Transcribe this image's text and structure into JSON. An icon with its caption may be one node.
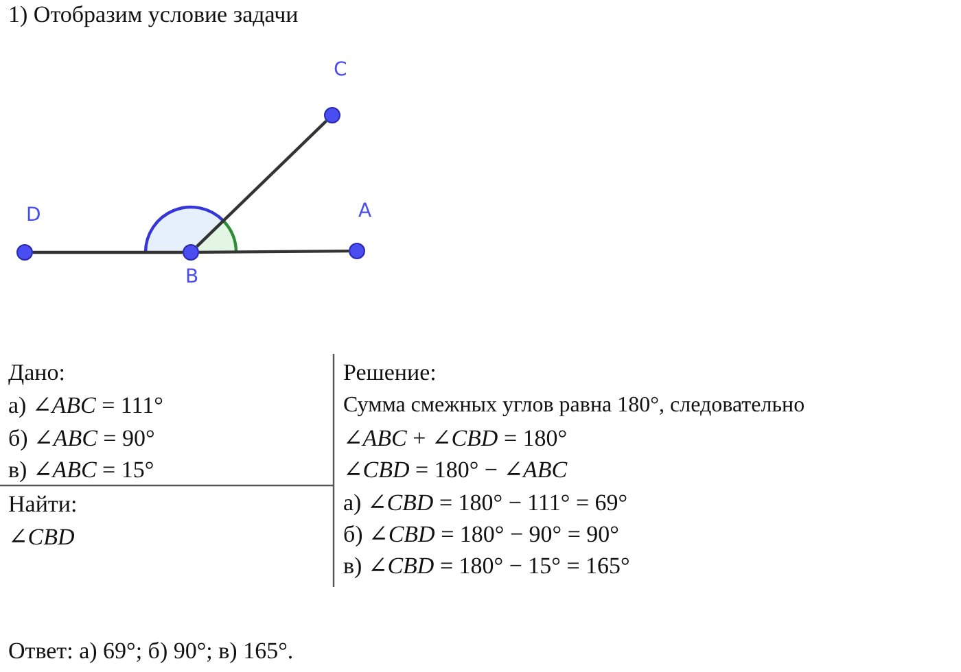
{
  "diagram": {
    "title": "1) Отобразим условие задачи",
    "nodes": [
      {
        "text": [
          "D"
        ]
      },
      {
        "text": [
          "B"
        ]
      },
      {
        "text": [
          "A"
        ]
      },
      {
        "text": [
          "C"
        ]
      }
    ],
    "edges": [
      {
        "from": 0,
        "to": 1,
        "arrow": "none"
      },
      {
        "from": 1,
        "to": 2,
        "arrow": "none"
      },
      {
        "from": 1,
        "to": 3,
        "arrow": "none"
      }
    ],
    "labels": [
      "Дано:",
      "а) ∠*ABC* = 111°",
      "б) ∠*ABC* = 90°",
      "в) ∠*ABC* = 15°",
      "Найти:",
      "∠*CBD*",
      "Решение:",
      "Сумма смежных углов равна 180°, следовательно",
      "∠*ABC* + ∠*CBD* = 180°",
      "∠*CBD* = 180° − ∠*ABC*",
      "а) ∠*CBD* = 180° − 111° = 69°",
      "б) ∠*CBD* = 180° − 90° = 90°",
      "в) ∠*CBD* = 180° − 15° = 165°",
      "Ответ: а) 69°; б) 90°; в) 165°."
    ]
  }
}
